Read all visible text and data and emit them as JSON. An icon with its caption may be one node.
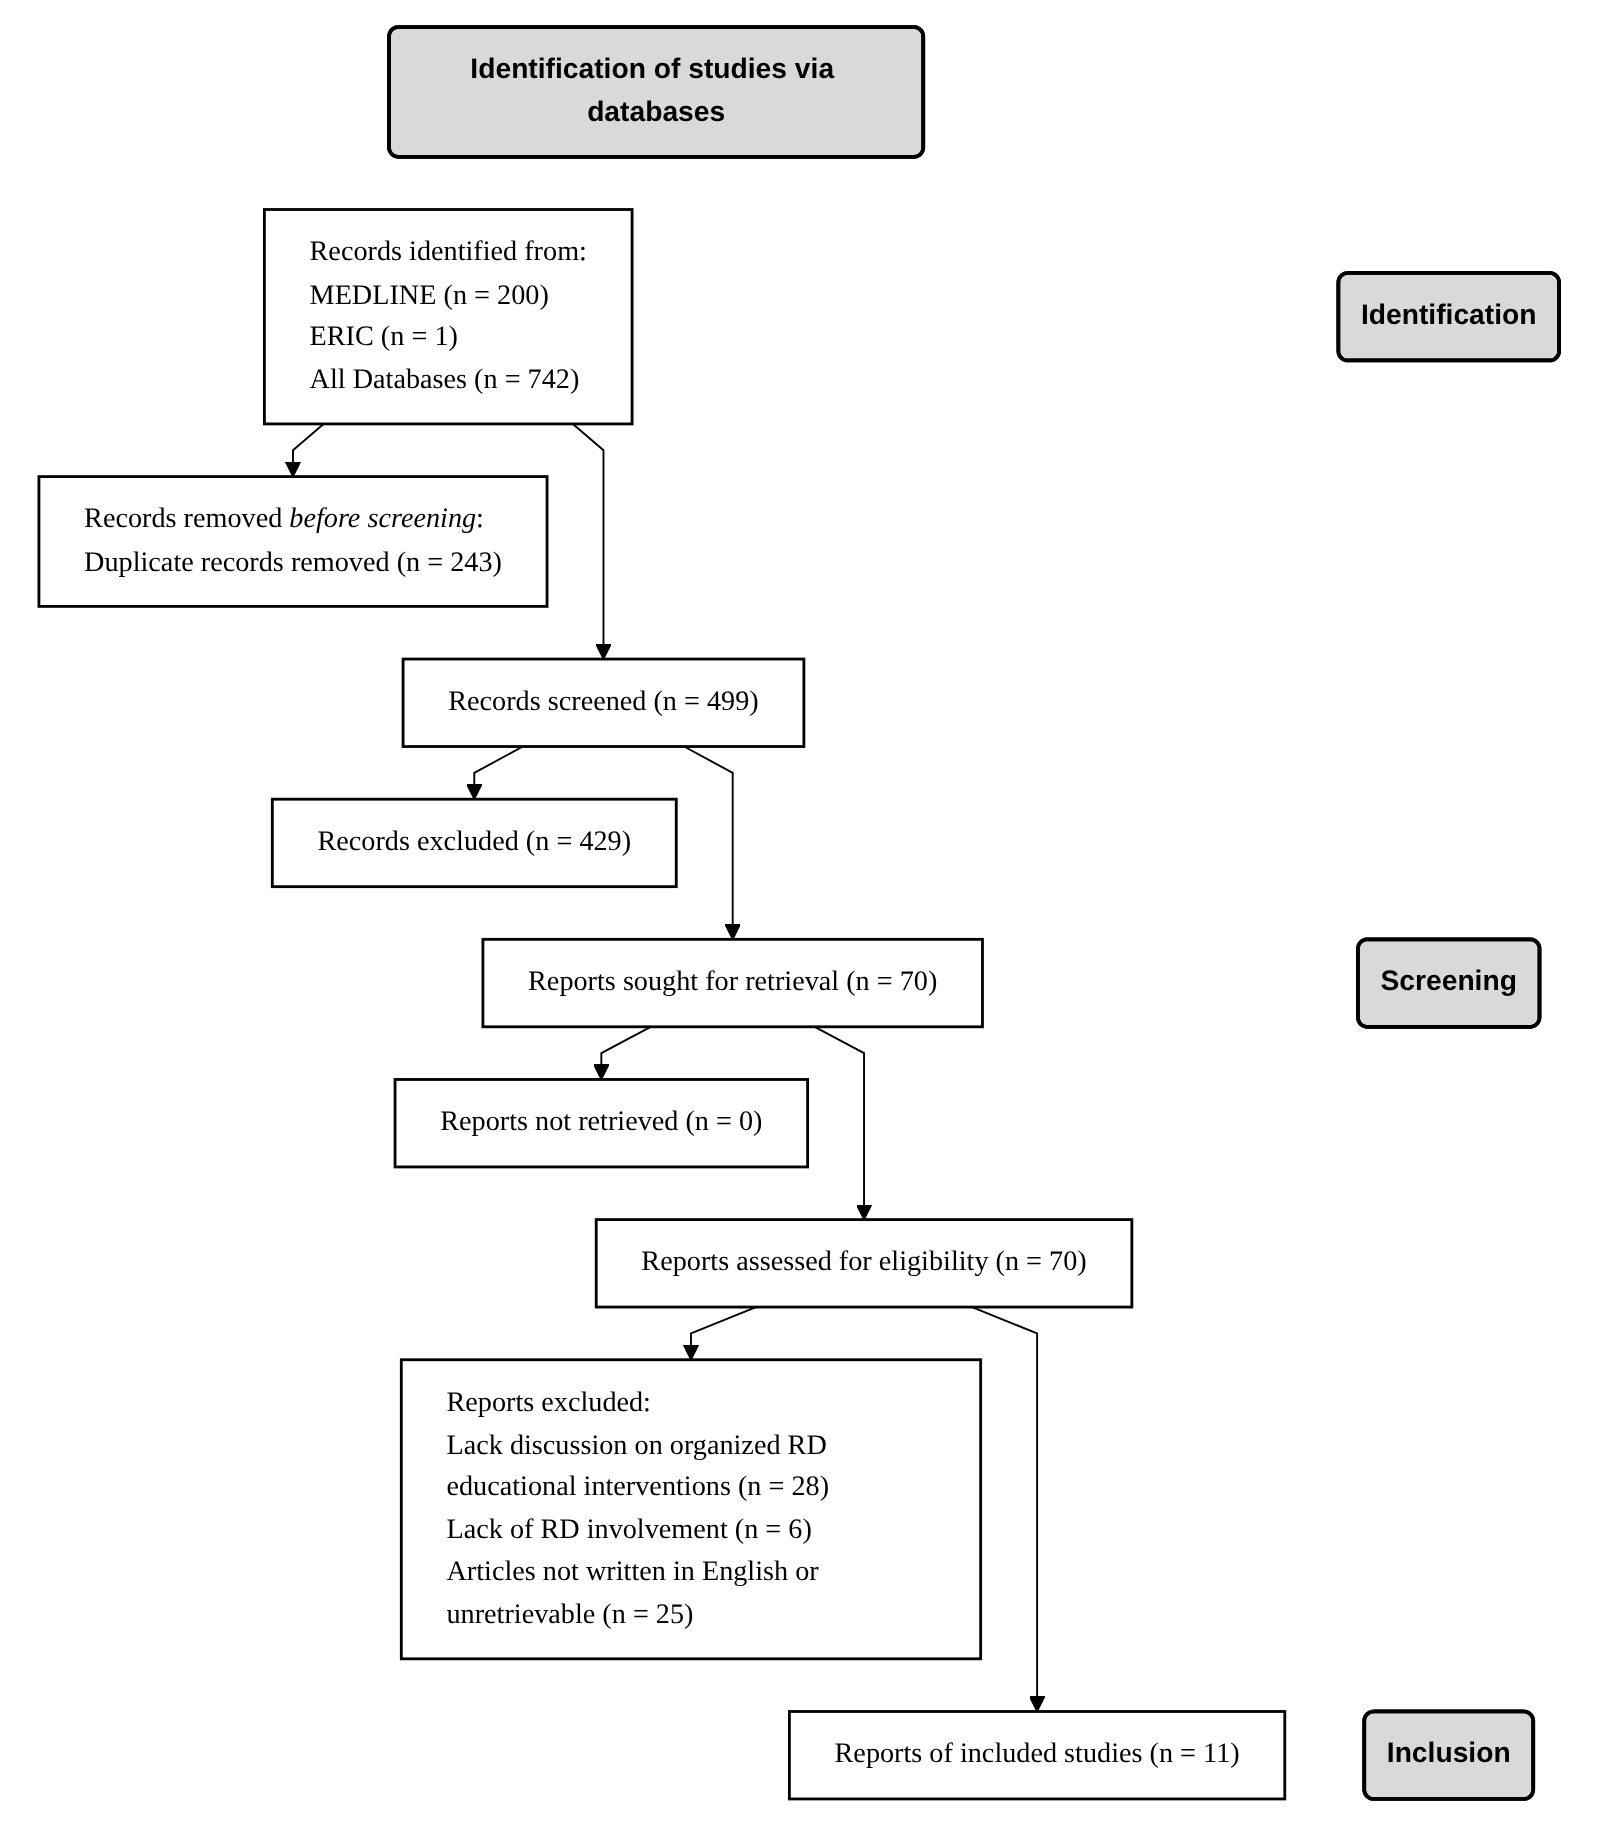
{
  "diagram": {
    "nodes": [
      {
        "text": [
          "Identification of studies via databases"
        ]
      },
      {
        "text": [
          "Identification"
        ]
      },
      {
        "text": [
          "Records identified from:",
          "MEDLINE (n = 200)",
          "ERIC (n = 1)",
          "All Databases (n = 742)"
        ]
      },
      {
        "text": [
          "Records removed *before screening*:",
          "Duplicate records removed (n = 243)"
        ]
      },
      {
        "text": [
          "Screening"
        ]
      },
      {
        "text": [
          "Records screened (n = 499)"
        ]
      },
      {
        "text": [
          "Records excluded (n = 429)"
        ]
      },
      {
        "text": [
          "Reports sought for retrieval (n = 70)"
        ]
      },
      {
        "text": [
          "Reports not retrieved (n = 0)"
        ]
      },
      {
        "text": [
          "Reports assessed for eligibility (n = 70)"
        ]
      },
      {
        "text": [
          "Reports excluded:",
          "Lack discussion on organized RD educational interventions (n = 28)",
          "Lack of RD involvement (n = 6)",
          "Articles not written in English or unretrievable (n = 25)"
        ]
      },
      {
        "text": [
          "Inclusion"
        ]
      },
      {
        "text": [
          "Reports of included studies (n = 11)"
        ]
      }
    ],
    "edges": [
      {
        "from": 2,
        "to": 3,
        "arrow": "to"
      },
      {
        "from": 2,
        "to": 5,
        "arrow": "to"
      },
      {
        "from": 5,
        "to": 6,
        "arrow": "to"
      },
      {
        "from": 5,
        "to": 7,
        "arrow": "to"
      },
      {
        "from": 7,
        "to": 8,
        "arrow": "to"
      },
      {
        "from": 7,
        "to": 9,
        "arrow": "to"
      },
      {
        "from": 9,
        "to": 10,
        "arrow": "to"
      },
      {
        "from": 9,
        "to": 12,
        "arrow": "to"
      }
    ]
  }
}
